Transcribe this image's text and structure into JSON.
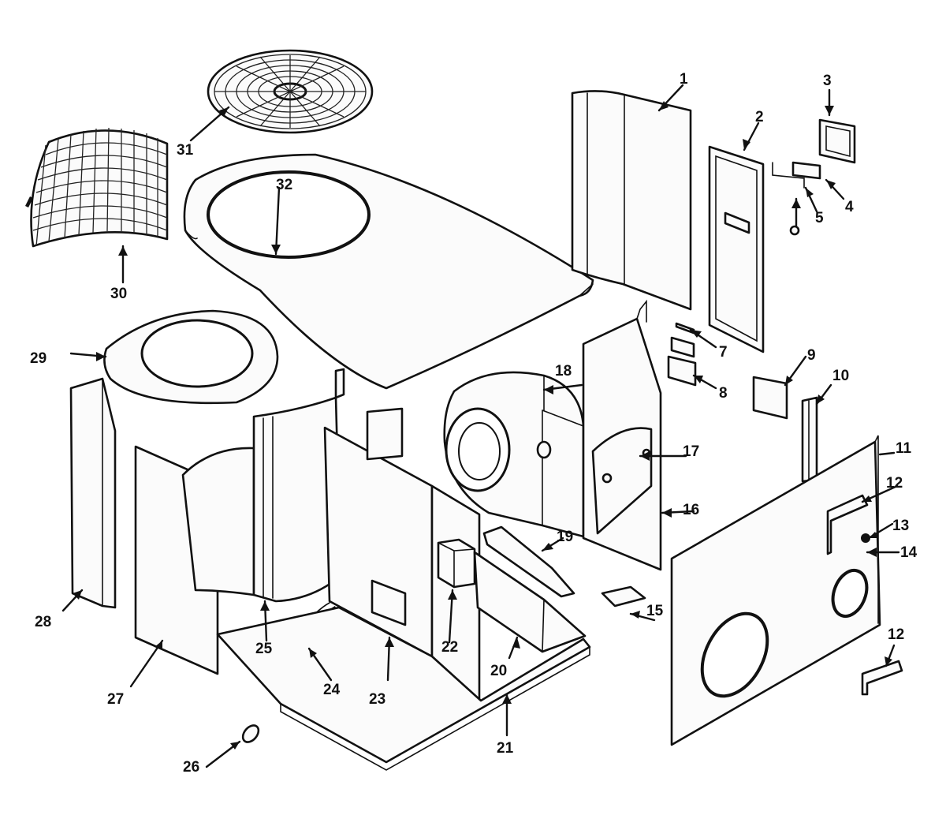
{
  "diagram": {
    "labels": [
      {
        "id": "1",
        "text": "1"
      },
      {
        "id": "2",
        "text": "2"
      },
      {
        "id": "3",
        "text": "3"
      },
      {
        "id": "4",
        "text": "4"
      },
      {
        "id": "5",
        "text": "5"
      },
      {
        "id": "7",
        "text": "7"
      },
      {
        "id": "8",
        "text": "8"
      },
      {
        "id": "9",
        "text": "9"
      },
      {
        "id": "10",
        "text": "10"
      },
      {
        "id": "11",
        "text": "11"
      },
      {
        "id": "12a",
        "text": "12"
      },
      {
        "id": "12b",
        "text": "12"
      },
      {
        "id": "13",
        "text": "13"
      },
      {
        "id": "14",
        "text": "14"
      },
      {
        "id": "15",
        "text": "15"
      },
      {
        "id": "16",
        "text": "16"
      },
      {
        "id": "17",
        "text": "17"
      },
      {
        "id": "18",
        "text": "18"
      },
      {
        "id": "19",
        "text": "19"
      },
      {
        "id": "20",
        "text": "20"
      },
      {
        "id": "21",
        "text": "21"
      },
      {
        "id": "22",
        "text": "22"
      },
      {
        "id": "23",
        "text": "23"
      },
      {
        "id": "24",
        "text": "24"
      },
      {
        "id": "25",
        "text": "25"
      },
      {
        "id": "26",
        "text": "26"
      },
      {
        "id": "27",
        "text": "27"
      },
      {
        "id": "28",
        "text": "28"
      },
      {
        "id": "29",
        "text": "29"
      },
      {
        "id": "30",
        "text": "30"
      },
      {
        "id": "31",
        "text": "31"
      },
      {
        "id": "32",
        "text": "32"
      }
    ]
  }
}
